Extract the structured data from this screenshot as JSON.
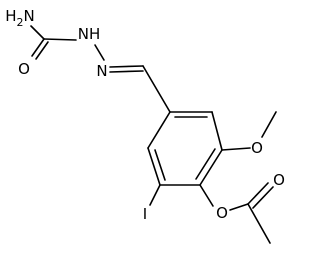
{
  "molecule": {
    "atoms": {
      "h2n": "H2N",
      "o_carbonyl_urea": "O",
      "nh": "NH",
      "n_imine": "N",
      "o_methoxy": "O",
      "iodo": "I",
      "o_ester": "O",
      "o_carbonyl_acetyl": "O"
    }
  },
  "colors": {
    "bond": "#000000",
    "text": "#000000",
    "background": "#ffffff"
  }
}
